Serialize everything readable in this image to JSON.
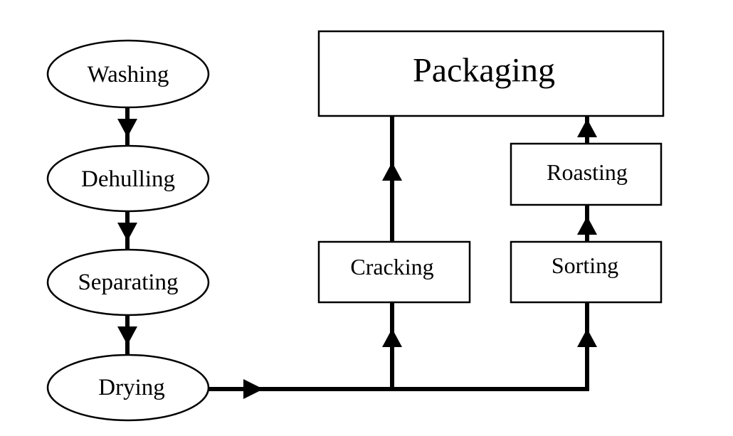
{
  "diagram": {
    "nodes": {
      "washing": "Washing",
      "dehulling": "Dehulling",
      "separating": "Separating",
      "drying": "Drying",
      "cracking": "Cracking",
      "sorting": "Sorting",
      "roasting": "Roasting",
      "packaging": "Packaging"
    },
    "edges": [
      {
        "from": "washing",
        "to": "dehulling"
      },
      {
        "from": "dehulling",
        "to": "separating"
      },
      {
        "from": "separating",
        "to": "drying"
      },
      {
        "from": "drying",
        "to": "cracking"
      },
      {
        "from": "drying",
        "to": "sorting"
      },
      {
        "from": "cracking",
        "to": "packaging"
      },
      {
        "from": "sorting",
        "to": "roasting"
      },
      {
        "from": "roasting",
        "to": "packaging"
      }
    ]
  }
}
